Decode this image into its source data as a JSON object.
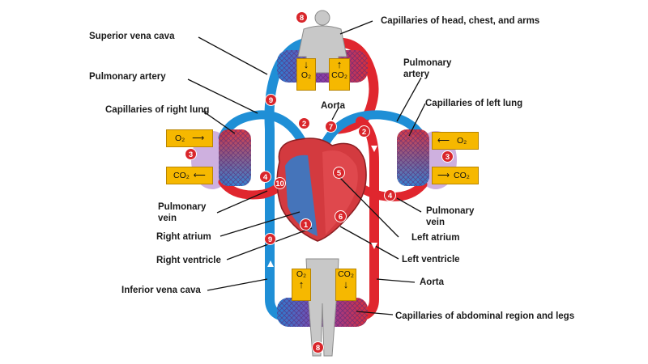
{
  "labels": {
    "capillaries_head": "Capillaries of head, chest, and arms",
    "superior_vena_cava": "Superior vena cava",
    "pulmonary_artery_left": "Pulmonary  artery",
    "pulmonary_artery_right_1": "Pulmonary",
    "pulmonary_artery_right_2": "artery",
    "aorta_top": "Aorta",
    "capillaries_right_lung": "Capillaries of right lung",
    "capillaries_left_lung": "Capillaries of left lung",
    "pulmonary_vein_left_1": "Pulmonary",
    "pulmonary_vein_left_2": "vein",
    "pulmonary_vein_right_1": "Pulmonary",
    "pulmonary_vein_right_2": "vein",
    "right_atrium": "Right atrium",
    "left_atrium": "Left atrium",
    "right_ventricle": "Right ventricle",
    "left_ventricle": "Left ventricle",
    "inferior_vena_cava": "Inferior vena cava",
    "aorta_bottom": "Aorta",
    "capillaries_abdominal": "Capillaries of abdominal region and legs"
  },
  "boxes": {
    "top_o2": "O₂",
    "top_co2": "CO₂",
    "right_lung_o2": "O₂",
    "right_lung_co2": "CO₂",
    "left_lung_o2": "O₂",
    "left_lung_co2": "CO₂",
    "bottom_o2": "O₂",
    "bottom_co2": "CO₂"
  },
  "steps": {
    "top_body": "8",
    "bottom_body": "8",
    "svc": "9",
    "ivc": "9",
    "pa_right": "2",
    "pa_left": "2",
    "lung_right": "3",
    "lung_left": "3",
    "pv_right": "4",
    "pv_left": "4",
    "left_atrium": "5",
    "left_ventricle": "6",
    "aorta": "7",
    "right_atrium": "1",
    "heart_inner": "10"
  },
  "colors": {
    "oxygenated": "#e0262e",
    "deoxygenated": "#1f8fd6",
    "capillary": "#7a3fa0",
    "callout": "#f6b800",
    "step_marker": "#d9262b",
    "body": "#c8c8c8"
  }
}
